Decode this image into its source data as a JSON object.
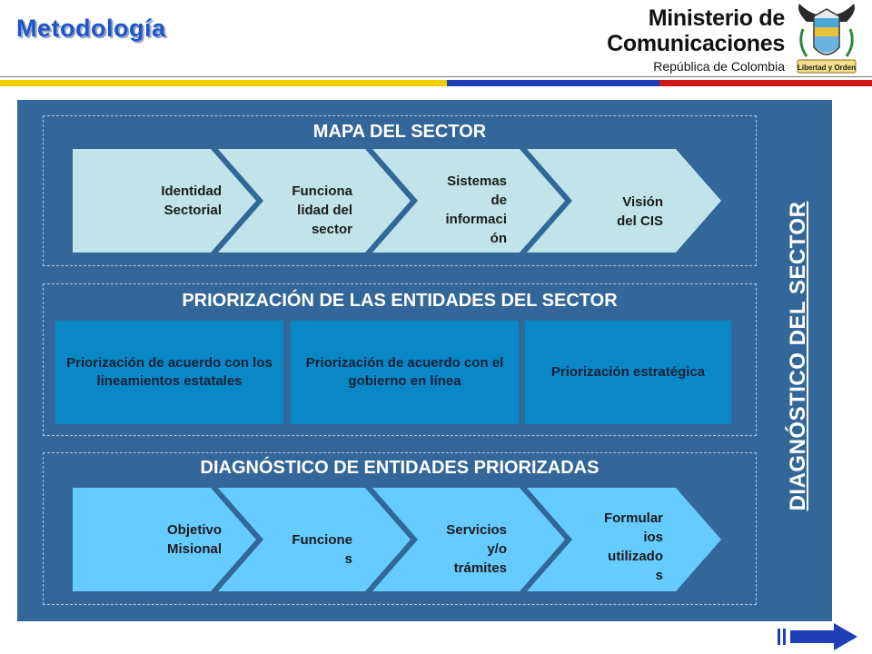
{
  "header": {
    "title": "Metodología",
    "ministry_line1": "Ministerio de",
    "ministry_line2": "Comunicaciones",
    "ministry_line3": "República de Colombia",
    "crest_motto": "Libertad y Orden"
  },
  "sections": {
    "mapa": {
      "title": "MAPA DEL SECTOR",
      "steps": [
        "Identidad\nSectorial",
        "Funciona\nlidad del\nsector",
        "Sistemas\nde\ninformaci\nón",
        "Visión\ndel CIS"
      ]
    },
    "priorizacion": {
      "title": "PRIORIZACIÓN DE LAS ENTIDADES DEL SECTOR",
      "boxes": [
        "Priorización de acuerdo con los lineamientos estatales",
        "Priorización de acuerdo con el gobierno en línea",
        "Priorización estratégica"
      ]
    },
    "diagnostico": {
      "title": "DIAGNÓSTICO DE ENTIDADES PRIORIZADAS",
      "steps": [
        "Objetivo\nMisional",
        "Funcione\ns",
        "Servicios\ny/o\ntrámites",
        "Formular\nios\nutilizado\ns"
      ]
    }
  },
  "side_label": "DIAGNÓSTICO DEL SECTOR",
  "colors": {
    "panel": "#336699",
    "chevron_light": "#c0e4ea",
    "chevron_cyan": "#66ccff",
    "box_blue": "#0a88c6",
    "flag_yellow": "#f2d000",
    "flag_blue": "#1e3fb8",
    "flag_red": "#d01818"
  }
}
